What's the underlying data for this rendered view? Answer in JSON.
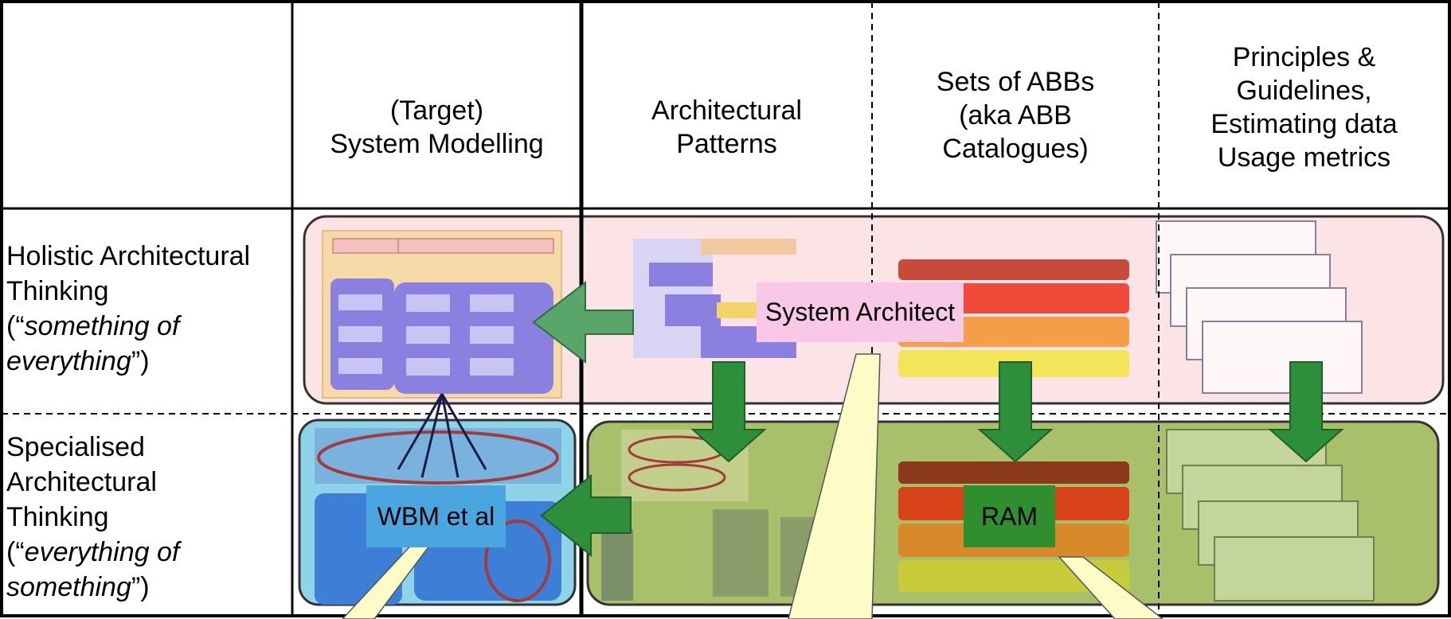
{
  "headers": {
    "col1": [
      "(Target)",
      "System Modelling"
    ],
    "col2": [
      "Architectural",
      "Patterns"
    ],
    "col3": [
      "Sets of ABBs",
      "(aka ABB",
      "Catalogues)"
    ],
    "col4": [
      "Principles &",
      "Guidelines,",
      "Estimating data",
      "Usage metrics"
    ]
  },
  "rows": {
    "holistic": {
      "line1": "Holistic Architectural",
      "line2": "Thinking",
      "line3_open": "(“",
      "line3_em": "something of",
      "line4_em": "everything",
      "line4_close": "”)"
    },
    "specialised": {
      "line1": "Specialised",
      "line2": "Architectural",
      "line3": "Thinking",
      "line4_open": "(“",
      "line4_em": "everything of",
      "line5_em": "something",
      "line5_close": "”)"
    }
  },
  "labels": {
    "system_architect": "System Architect",
    "wbm": "WBM et al",
    "ram": "RAM"
  },
  "colors": {
    "holistic_band": "#fbe3e6",
    "specialised_band": "#a9c06a",
    "system_modelling_box": "#8fd3e8",
    "arrow_fill": "#3a9a3a",
    "callout": "#fdfbc6",
    "system_architect_box": "#f8c8e6",
    "ram_box": "#2f8f2f"
  },
  "icons": [
    "down-arrow-icon",
    "left-arrow-icon"
  ]
}
